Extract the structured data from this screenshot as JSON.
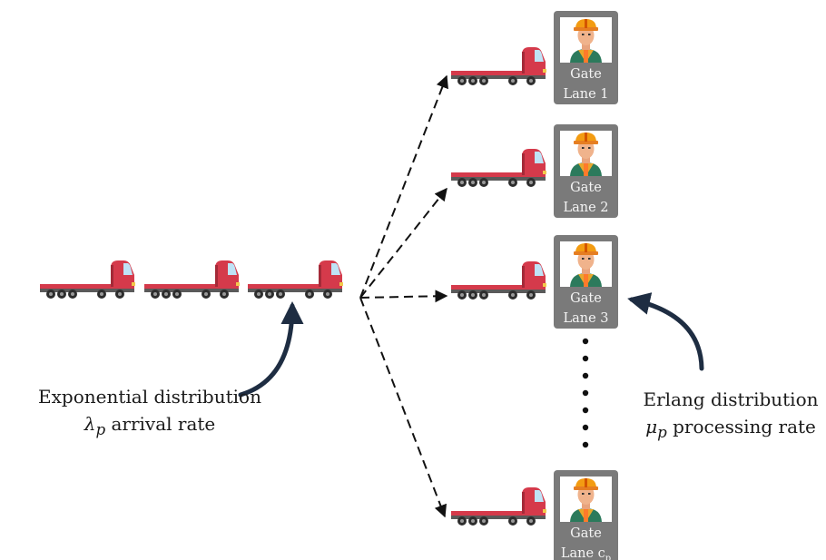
{
  "colors": {
    "truck_red": "#d53a4b",
    "truck_dark_red": "#a42a38",
    "chassis": "#5a5a5a",
    "gate_box": "#7a7a7a",
    "curve_arrow": "#1e2d42",
    "dashed_arrow": "#111111"
  },
  "icons": {
    "truck": "flatbed-truck-icon",
    "operator": "construction-worker-icon"
  },
  "arrival": {
    "title": "Exponential distribution",
    "symbol": "λ",
    "subscript": "p",
    "label": "arrival rate"
  },
  "service": {
    "title": "Erlang distribution",
    "symbol": "μ",
    "subscript": "p",
    "label": "processing rate"
  },
  "gates": [
    {
      "line1": "Gate",
      "line2": "Lane 1",
      "sub": ""
    },
    {
      "line1": "Gate",
      "line2": "Lane 2",
      "sub": ""
    },
    {
      "line1": "Gate",
      "line2": "Lane 3",
      "sub": ""
    },
    {
      "line1": "Gate",
      "line2": "Lane c",
      "sub": "p"
    }
  ],
  "queue_truck_count": 3
}
